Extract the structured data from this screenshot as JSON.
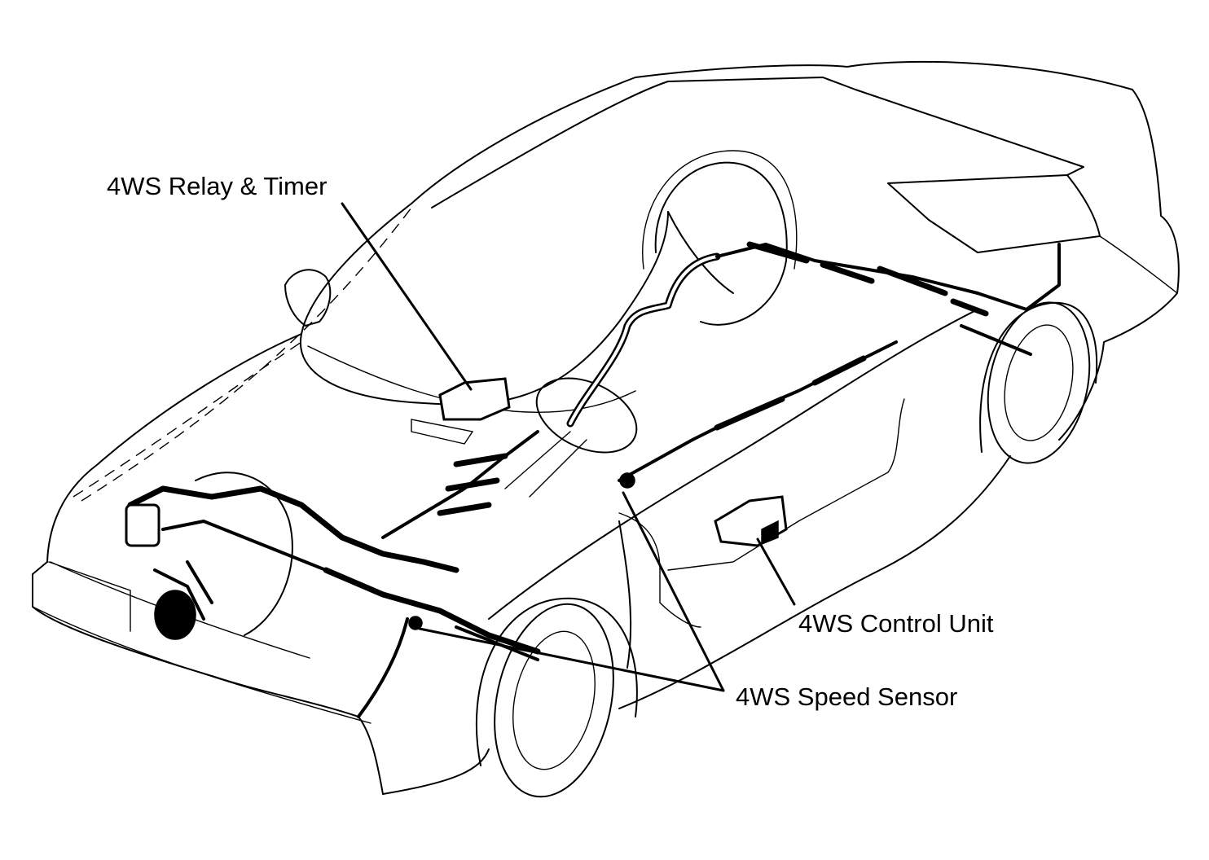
{
  "labels": {
    "relay_timer": "4WS Relay & Timer",
    "control_unit": "4WS Control Unit",
    "speed_sensor": "4WS Speed Sensor"
  },
  "colors": {
    "ink": "#000000",
    "paper": "#ffffff"
  }
}
